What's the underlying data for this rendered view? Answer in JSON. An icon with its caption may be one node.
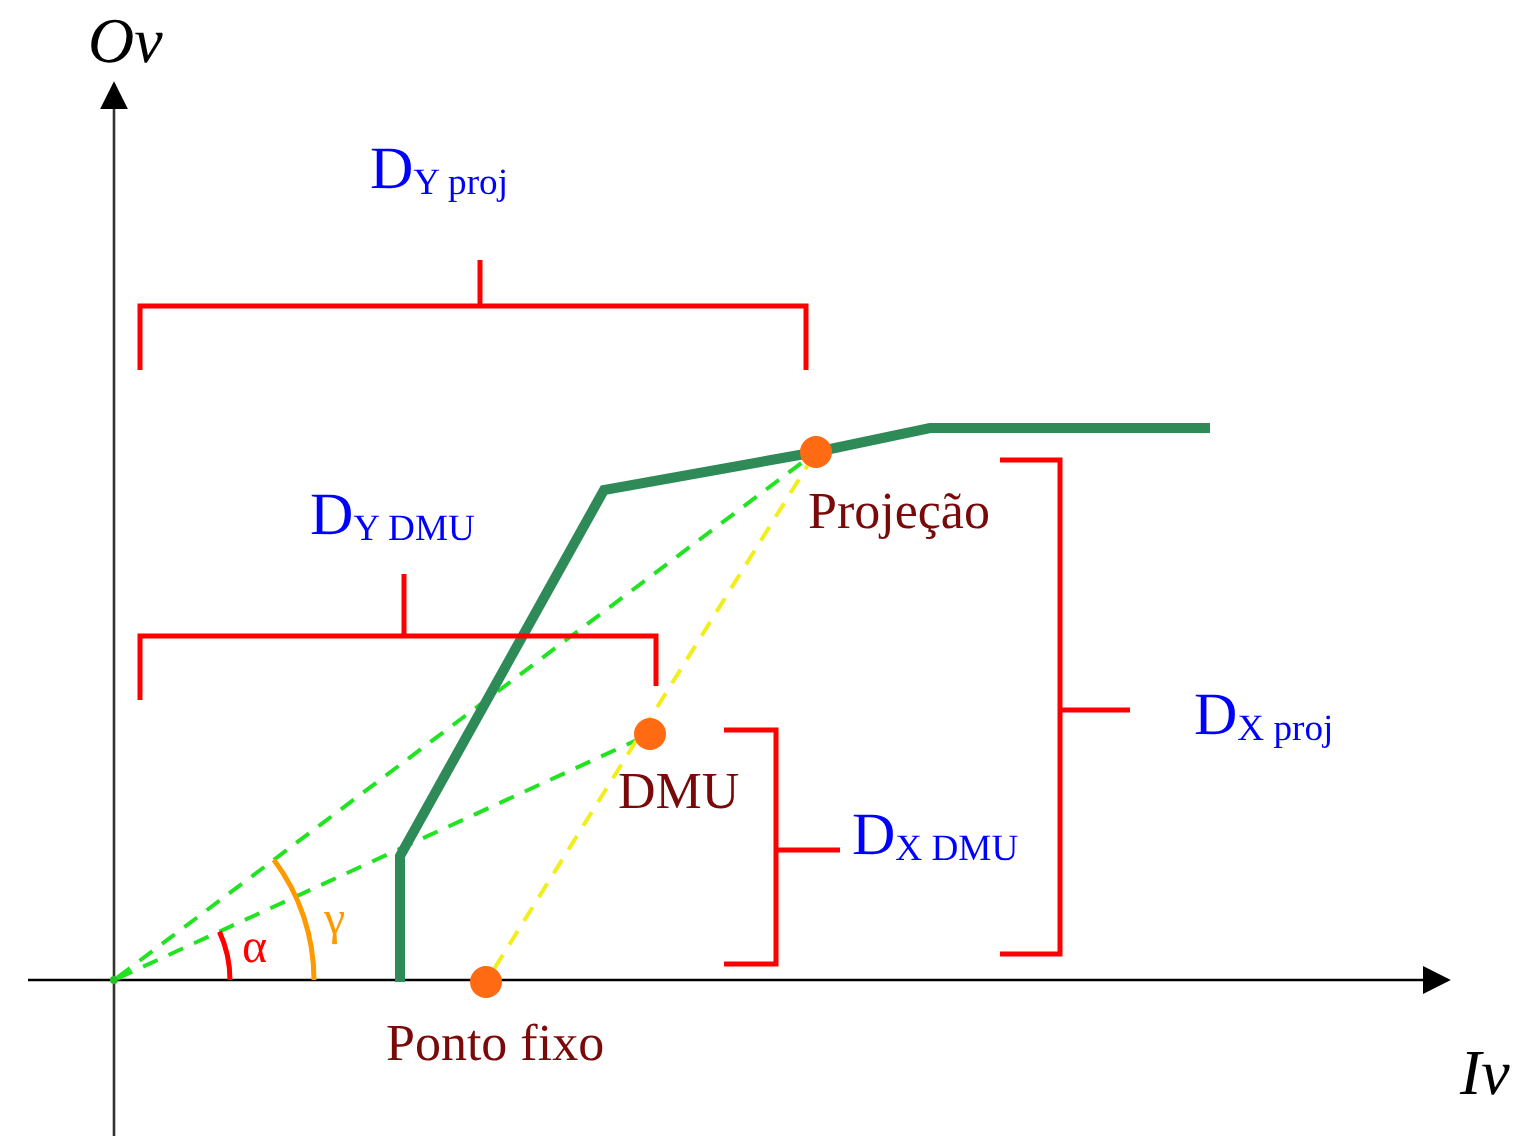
{
  "diagram": {
    "nodes": [
      {
        "text": [],
        "shape": "circle",
        "beside": [
          "Projeção"
        ]
      },
      {
        "text": [],
        "shape": "circle",
        "beside": [
          "DMU"
        ]
      },
      {
        "text": [],
        "shape": "circle",
        "beside": [
          "Ponto fixo"
        ]
      },
      {
        "text": [],
        "shape": "circle"
      }
    ],
    "edges": [
      {
        "from": 3,
        "to": 0,
        "arrow": "none",
        "style": "dashed"
      },
      {
        "from": 3,
        "to": 1,
        "arrow": "none",
        "style": "dashed"
      },
      {
        "from": 2,
        "to": 0,
        "arrow": "none",
        "style": "dashed",
        "color": "#f2ee1a"
      }
    ],
    "labels": [
      "Ov",
      "D$_{Y proj}$",
      "D$_{Y DMU}$",
      "D$_{X proj}$",
      "D$_{X DMU}$",
      "α",
      "γ",
      "Iv"
    ]
  }
}
